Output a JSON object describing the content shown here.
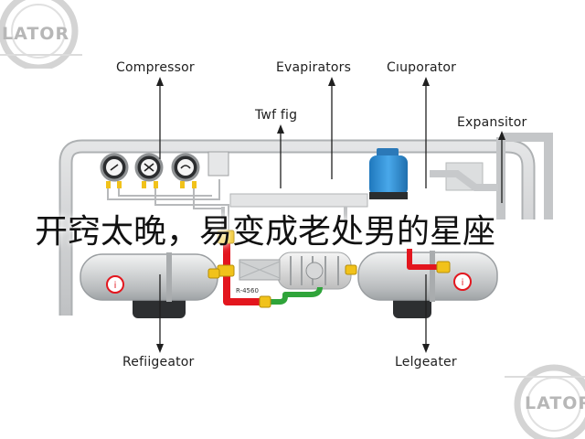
{
  "labels": {
    "compressor": "Compressor",
    "evapirators": "Evapirators",
    "cluporator": "Cıuporator",
    "twf_fig": "Twf fig",
    "expansitor": "Expansitor",
    "refiigeator": "Refiigeator",
    "lelgeater": "Lelgeater"
  },
  "overlay_caption": "开窍太晚，易变成老处男的星座",
  "watermark": "LATOR",
  "pipe_tag": "R-4560",
  "colors": {
    "frame": "#c9cbcc",
    "red_pipe": "#e3161e",
    "yellow_fitting": "#f1c21a",
    "green_pipe": "#2fa43a",
    "blue_tank": "#2f8fd6"
  }
}
